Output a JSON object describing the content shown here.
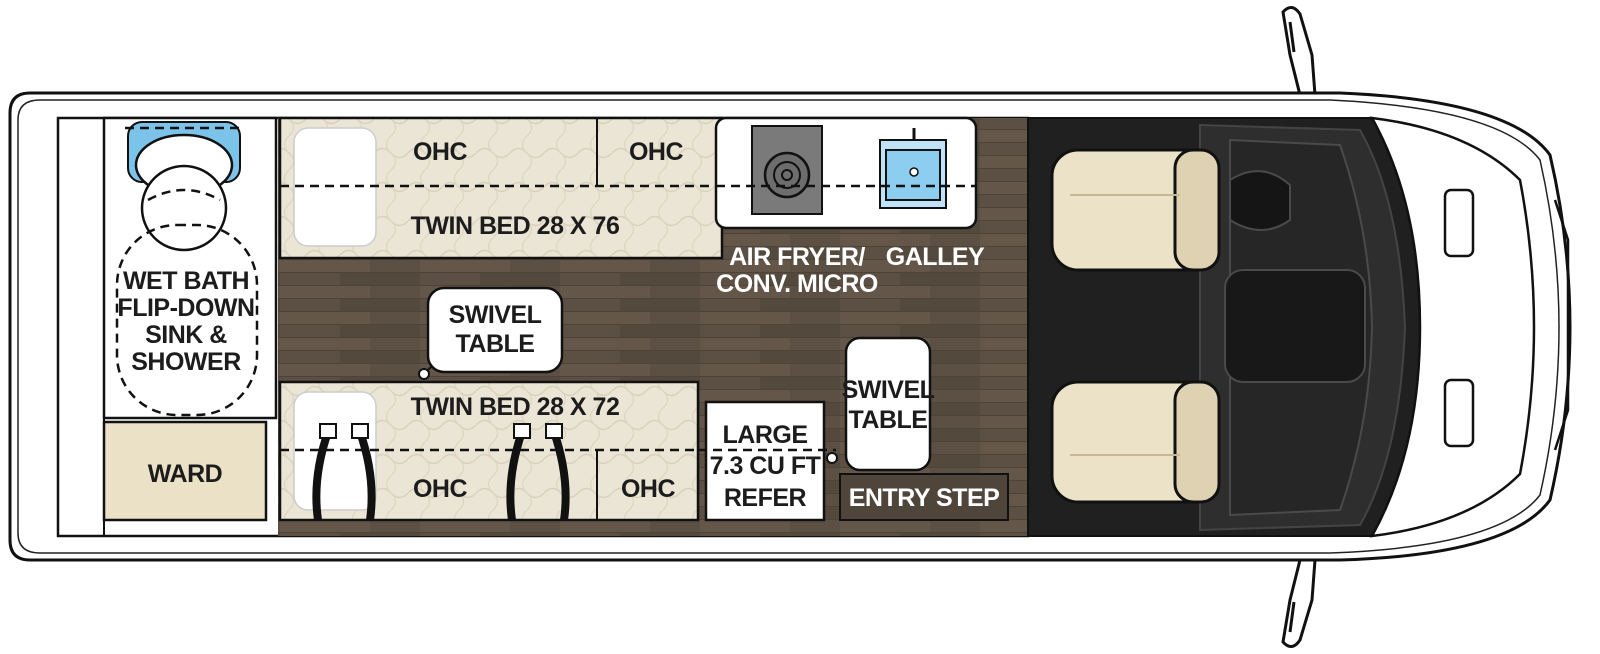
{
  "labels": {
    "ohc_front_left": "OHC",
    "ohc_front_right": "OHC",
    "twin_bed_upper": "TWIN BED 28 X 76",
    "air_fryer_line1": "AIR FRYER/",
    "air_fryer_line2": "CONV. MICRO",
    "galley": "GALLEY",
    "wet_bath_line1": "WET BATH",
    "wet_bath_line2": "FLIP-DOWN",
    "wet_bath_line3": "SINK &",
    "wet_bath_line4": "SHOWER",
    "swivel_table_left_line1": "SWIVEL",
    "swivel_table_left_line2": "TABLE",
    "swivel_table_right_line1": "SWIVEL",
    "swivel_table_right_line2": "TABLE",
    "twin_bed_lower": "TWIN BED 28 X 72",
    "ward": "WARD",
    "ohc_rear_left": "OHC",
    "ohc_rear_right": "OHC",
    "refer_line1": "LARGE",
    "refer_line2": "7.3 CU FT",
    "refer_line3": "REFER",
    "entry_step": "ENTRY STEP"
  },
  "colors": {
    "floor": "#5b4f42",
    "cab": "#1e1e1e",
    "mattress": "#eae4d4",
    "seat": "#ece2c8",
    "ward": "#ebe1c6",
    "water": "#7cc3ea"
  }
}
